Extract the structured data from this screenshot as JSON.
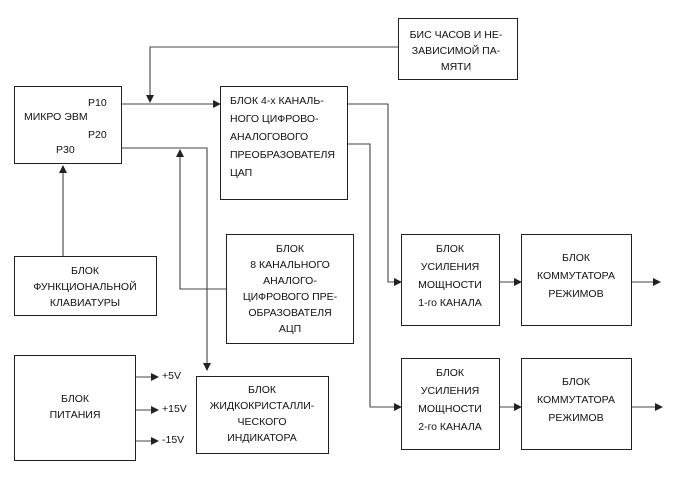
{
  "blocks": {
    "micro_evm": {
      "label": "МИКРО ЭВМ",
      "port_p10": "P10",
      "port_p20": "P20",
      "port_p30": "P30"
    },
    "clock": {
      "lines": [
        "БИС ЧАСОВ И НЕ-",
        "ЗАВИСИМОЙ ПА-",
        "МЯТИ"
      ]
    },
    "dac": {
      "lines": [
        "БЛОК 4-х КАНАЛЬ-",
        "НОГО ЦИФРОВО-",
        "АНАЛОГОВОГО",
        "ПРЕОБРАЗОВАТЕЛЯ",
        "ЦАП"
      ]
    },
    "keyboard": {
      "lines": [
        "БЛОК",
        "ФУНКЦИОНАЛЬНОЙ",
        "КЛАВИАТУРЫ"
      ]
    },
    "adc": {
      "lines": [
        "БЛОК",
        "8 КАНАЛЬНОГО",
        "АНАЛОГО-",
        "ЦИФРОВОГО ПРЕ-",
        "ОБРАЗОВАТЕЛЯ",
        "АЦП"
      ]
    },
    "amp1": {
      "lines": [
        "БЛОК",
        "УСИЛЕНИЯ",
        "МОЩНОСТИ",
        "1-го КАНАЛА"
      ]
    },
    "amp2": {
      "lines": [
        "БЛОК",
        "УСИЛЕНИЯ",
        "МОЩНОСТИ",
        "2-го КАНАЛА"
      ]
    },
    "comm1": {
      "lines": [
        "БЛОК",
        "КОММУТАТОРА",
        "РЕЖИМОВ"
      ]
    },
    "comm2": {
      "lines": [
        "БЛОК",
        "КОММУТАТОРА",
        "РЕЖИМОВ"
      ]
    },
    "power": {
      "lines": [
        "БЛОК",
        "ПИТАНИЯ"
      ]
    },
    "lcd": {
      "lines": [
        "БЛОК",
        "ЖИДКОКРИСТАЛЛИ-",
        "ЧЕСКОГО",
        "ИНДИКАТОРА"
      ]
    }
  },
  "voltages": [
    "+5V",
    "+15V",
    "-15V"
  ]
}
